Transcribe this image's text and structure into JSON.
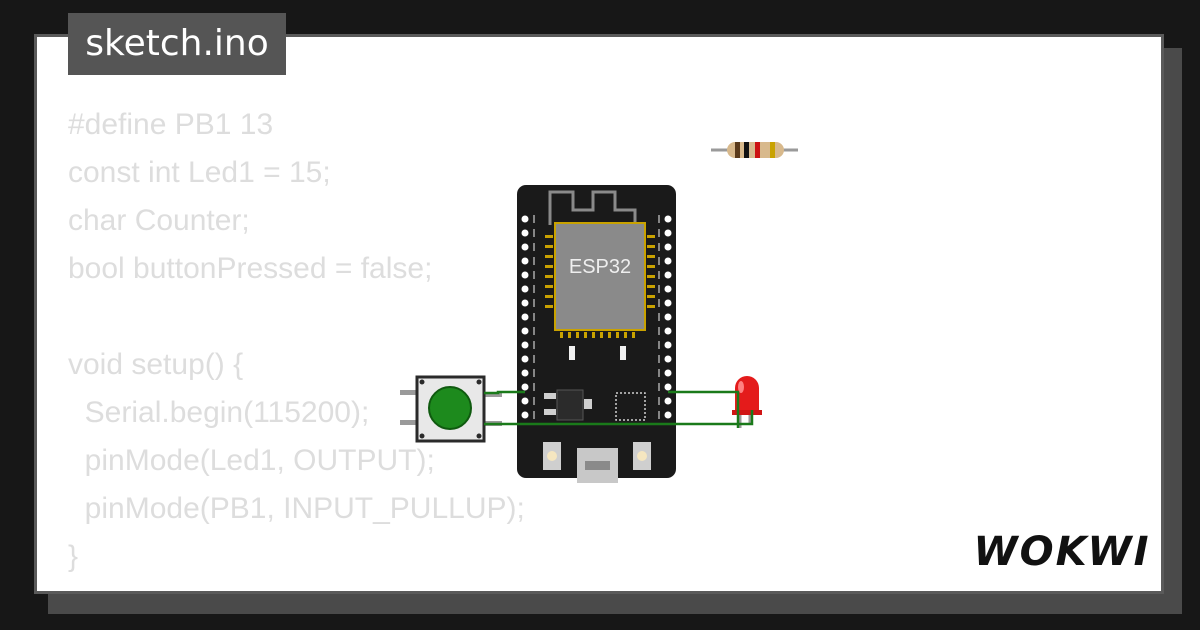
{
  "file_tab": {
    "label": "sketch.ino"
  },
  "code_lines": [
    "#define PB1 13",
    "const int Led1 = 15;",
    "char Counter;",
    "bool buttonPressed = false;",
    "",
    "void setup() {",
    "  Serial.begin(115200);",
    "  pinMode(Led1, OUTPUT);",
    "  pinMode(PB1, INPUT_PULLUP);",
    "}"
  ],
  "chip": {
    "label": "ESP32"
  },
  "brand": {
    "logo": "WOKWI"
  },
  "icons": [
    "pushbutton-icon",
    "esp32-board-icon",
    "led-icon",
    "resistor-icon",
    "wokwi-logo"
  ],
  "colors": {
    "wire": "#1a7a1a",
    "button": "#1d8a1d",
    "led": "#e41b1b",
    "board": "#1a1a1a",
    "chip": "#8a8a8a",
    "code_text": "#dddddd",
    "tab_bg": "#555555"
  }
}
